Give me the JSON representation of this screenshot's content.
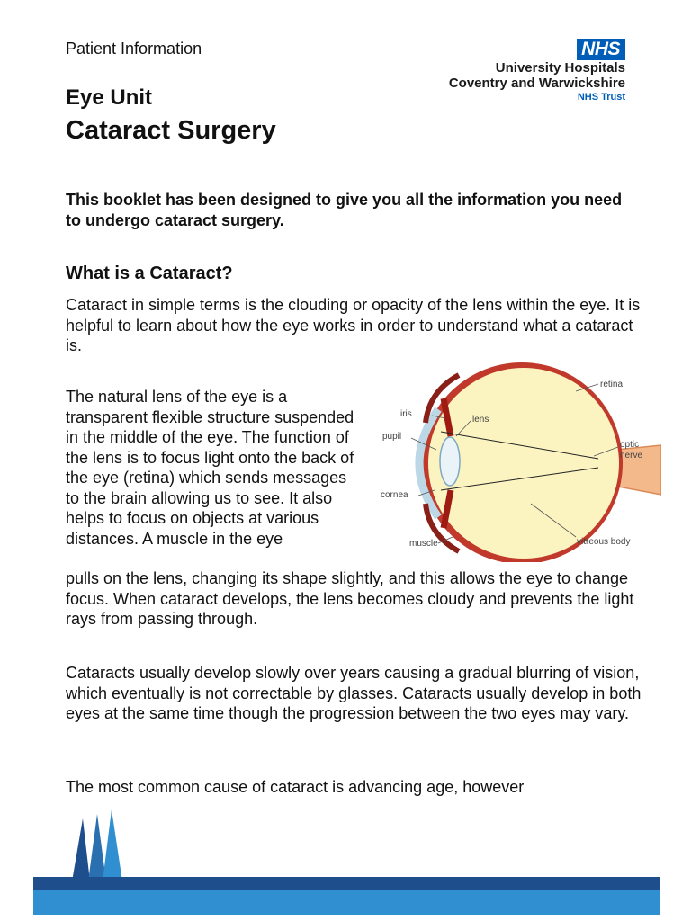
{
  "header": {
    "patient_info": "Patient Information",
    "logo": {
      "nhs": "NHS",
      "line1": "University Hospitals",
      "line2": "Coventry and Warwickshire",
      "trust": "NHS Trust"
    }
  },
  "unit": "Eye Unit",
  "title": "Cataract Surgery",
  "intro": "This booklet has been designed to give you all the information you need to undergo cataract surgery.",
  "section_heading": "What is a Cataract?",
  "paragraphs": {
    "p1": "Cataract in simple terms is the clouding or opacity of the lens within the eye. It is helpful to learn about how the eye works in order to understand what a cataract is.",
    "p2a": "The natural lens of the eye is a transparent flexible structure suspended in the middle of the eye. The function of the lens is to focus light onto the back of the eye (retina) which sends messages to the brain allowing us to see. It also helps to focus on objects at various distances. A muscle in the eye",
    "p2b": "pulls on the lens, changing its shape slightly, and this allows the eye to change focus. When cataract develops, the lens becomes cloudy and prevents the light rays from passing through.",
    "p3": "Cataracts usually develop slowly over years causing a gradual blurring of vision, which eventually is not correctable by glasses. Cataracts usually develop in both eyes at the same time though the progression between the two eyes may vary.",
    "p4": "The most common cause of cataract is advancing age, however"
  },
  "diagram": {
    "labels": {
      "retina": "retina",
      "iris": "iris",
      "lens": "lens",
      "pupil": "pupil",
      "optic_nerve_1": "optic",
      "optic_nerve_2": "nerve",
      "cornea": "cornea",
      "muscle": "muscle",
      "vitreous_body": "vitreous body"
    }
  },
  "colors": {
    "nhs_blue": "#005eb8",
    "footer_dark": "#1f4e8c",
    "footer_light": "#2f8fd0"
  }
}
